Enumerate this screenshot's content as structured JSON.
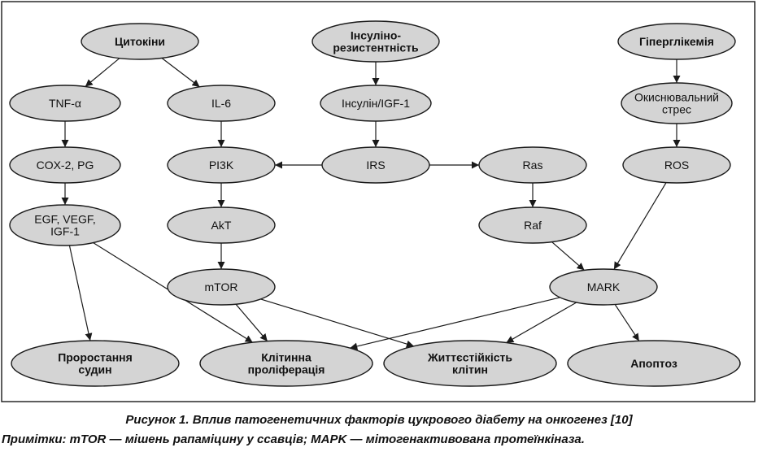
{
  "diagram": {
    "nodes": [
      {
        "id": "cytokines",
        "lines": [
          "Цитокіни"
        ],
        "bold": true
      },
      {
        "id": "insulin_resistance",
        "lines": [
          "Інсуліно-",
          "резистентність"
        ],
        "bold": true
      },
      {
        "id": "hyperglycemia",
        "lines": [
          "Гіперглікемія"
        ],
        "bold": true
      },
      {
        "id": "tnf",
        "lines": [
          "TNF-α"
        ],
        "bold": false
      },
      {
        "id": "il6",
        "lines": [
          "IL-6"
        ],
        "bold": false
      },
      {
        "id": "insulin_igf1",
        "lines": [
          "Інсулін/IGF-1"
        ],
        "bold": false
      },
      {
        "id": "oxidative_stress",
        "lines": [
          "Окиснювальний",
          "стрес"
        ],
        "bold": false
      },
      {
        "id": "cox2",
        "lines": [
          "COX-2, PG"
        ],
        "bold": false
      },
      {
        "id": "pi3k",
        "lines": [
          "PI3K"
        ],
        "bold": false
      },
      {
        "id": "irs",
        "lines": [
          "IRS"
        ],
        "bold": false
      },
      {
        "id": "ras",
        "lines": [
          "Ras"
        ],
        "bold": false
      },
      {
        "id": "ros",
        "lines": [
          "ROS"
        ],
        "bold": false
      },
      {
        "id": "egf",
        "lines": [
          "EGF, VEGF,",
          "IGF-1"
        ],
        "bold": false
      },
      {
        "id": "akt",
        "lines": [
          "AkT"
        ],
        "bold": false
      },
      {
        "id": "raf",
        "lines": [
          "Raf"
        ],
        "bold": false
      },
      {
        "id": "mtor",
        "lines": [
          "mTOR"
        ],
        "bold": false
      },
      {
        "id": "mark",
        "lines": [
          "MARK"
        ],
        "bold": false
      },
      {
        "id": "vessel_growth",
        "lines": [
          "Проростання",
          "судин"
        ],
        "bold": true
      },
      {
        "id": "cell_proliferation",
        "lines": [
          "Клітинна",
          "проліферація"
        ],
        "bold": true
      },
      {
        "id": "cell_viability",
        "lines": [
          "Життєстійкість",
          "клітин"
        ],
        "bold": true
      },
      {
        "id": "apoptosis",
        "lines": [
          "Апоптоз"
        ],
        "bold": true
      }
    ],
    "edges": [
      {
        "from": "cytokines",
        "to": "tnf"
      },
      {
        "from": "cytokines",
        "to": "il6"
      },
      {
        "from": "insulin_resistance",
        "to": "insulin_igf1"
      },
      {
        "from": "hyperglycemia",
        "to": "oxidative_stress"
      },
      {
        "from": "tnf",
        "to": "cox2"
      },
      {
        "from": "il6",
        "to": "pi3k"
      },
      {
        "from": "insulin_igf1",
        "to": "irs"
      },
      {
        "from": "oxidative_stress",
        "to": "ros"
      },
      {
        "from": "cox2",
        "to": "egf"
      },
      {
        "from": "irs",
        "to": "pi3k"
      },
      {
        "from": "irs",
        "to": "ras"
      },
      {
        "from": "pi3k",
        "to": "akt"
      },
      {
        "from": "ras",
        "to": "raf"
      },
      {
        "from": "akt",
        "to": "mtor"
      },
      {
        "from": "raf",
        "to": "mark"
      },
      {
        "from": "ros",
        "to": "mark"
      },
      {
        "from": "egf",
        "to": "vessel_growth"
      },
      {
        "from": "egf",
        "to": "cell_proliferation"
      },
      {
        "from": "mtor",
        "to": "cell_proliferation"
      },
      {
        "from": "mtor",
        "to": "cell_viability"
      },
      {
        "from": "mark",
        "to": "cell_proliferation"
      },
      {
        "from": "mark",
        "to": "cell_viability"
      },
      {
        "from": "mark",
        "to": "apoptosis"
      }
    ]
  },
  "caption": {
    "title": "Рисунок 1.  Вплив патогенетичних факторів цукрового діабету на онкогенез [10]",
    "note": "Примітки:  mTOR — мішень рапаміцину у ссавців; MAPK — мітогенактивована протеїнкіназа."
  }
}
